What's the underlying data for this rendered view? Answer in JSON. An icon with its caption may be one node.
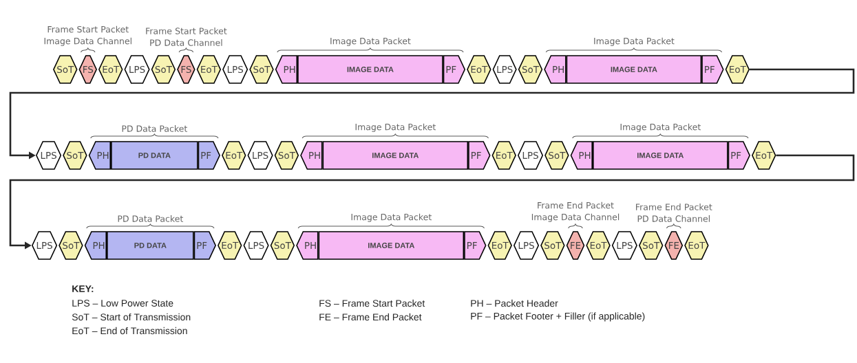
{
  "diagram": {
    "nodes": [
      {
        "text": [
          "SoT"
        ]
      },
      {
        "text": [
          "FS"
        ]
      },
      {
        "text": [
          "EoT"
        ]
      },
      {
        "text": [
          "LPS"
        ]
      },
      {
        "text": [
          "SoT"
        ]
      },
      {
        "text": [
          "FS"
        ]
      },
      {
        "text": [
          "EoT"
        ]
      },
      {
        "text": [
          "LPS"
        ]
      },
      {
        "text": [
          "SoT"
        ]
      },
      {
        "text": [
          "PH"
        ]
      },
      {
        "text": [
          "IMAGE DATA"
        ]
      },
      {
        "text": [
          "PF"
        ]
      },
      {
        "text": [
          "EoT"
        ]
      },
      {
        "text": [
          "LPS"
        ]
      },
      {
        "text": [
          "SoT"
        ]
      },
      {
        "text": [
          "PH"
        ]
      },
      {
        "text": [
          "IMAGE DATA"
        ]
      },
      {
        "text": [
          "PF"
        ]
      },
      {
        "text": [
          "EoT"
        ]
      },
      {
        "text": [
          "LPS"
        ]
      },
      {
        "text": [
          "SoT"
        ]
      },
      {
        "text": [
          "PH"
        ]
      },
      {
        "text": [
          "PD DATA"
        ]
      },
      {
        "text": [
          "PF"
        ]
      },
      {
        "text": [
          "EoT"
        ]
      },
      {
        "text": [
          "LPS"
        ]
      },
      {
        "text": [
          "SoT"
        ]
      },
      {
        "text": [
          "PH"
        ]
      },
      {
        "text": [
          "IMAGE DATA"
        ]
      },
      {
        "text": [
          "PF"
        ]
      },
      {
        "text": [
          "EoT"
        ]
      },
      {
        "text": [
          "LPS"
        ]
      },
      {
        "text": [
          "SoT"
        ]
      },
      {
        "text": [
          "PH"
        ]
      },
      {
        "text": [
          "IMAGE DATA"
        ]
      },
      {
        "text": [
          "PF"
        ]
      },
      {
        "text": [
          "EoT"
        ]
      },
      {
        "text": [
          "LPS"
        ]
      },
      {
        "text": [
          "SoT"
        ]
      },
      {
        "text": [
          "PH"
        ]
      },
      {
        "text": [
          "PD DATA"
        ]
      },
      {
        "text": [
          "PF"
        ]
      },
      {
        "text": [
          "EoT"
        ]
      },
      {
        "text": [
          "LPS"
        ]
      },
      {
        "text": [
          "SoT"
        ]
      },
      {
        "text": [
          "PH"
        ]
      },
      {
        "text": [
          "IMAGE DATA"
        ]
      },
      {
        "text": [
          "PF"
        ]
      },
      {
        "text": [
          "EoT"
        ]
      },
      {
        "text": [
          "LPS"
        ]
      },
      {
        "text": [
          "SoT"
        ]
      },
      {
        "text": [
          "FE"
        ]
      },
      {
        "text": [
          "EoT"
        ]
      },
      {
        "text": [
          "LPS"
        ]
      },
      {
        "text": [
          "SoT"
        ]
      },
      {
        "text": [
          "FE"
        ]
      },
      {
        "text": [
          "EoT"
        ]
      }
    ],
    "edges": [
      {
        "from": 18,
        "to": 19,
        "arrow": "to"
      },
      {
        "from": 36,
        "to": 37,
        "arrow": "to"
      }
    ],
    "labels": [
      "Frame Start Packet Image Data Channel",
      "Frame Start Packet PD Data Channel",
      "Image Data Packet",
      "Image Data Packet",
      "PD Data Packet",
      "Image Data Packet",
      "Image Data Packet",
      "PD Data Packet",
      "Image Data Packet",
      "Frame End Packet Image Data Channel",
      "Frame End Packet PD Data Channel",
      "KEY:",
      "LPS – Low Power State",
      "FS – Frame Start Packet",
      "PH – Packet Header",
      "SoT – Start of Transmission",
      "FE – Frame End Packet",
      "PF – Packet Footer + Filler (if applicable)",
      "EoT – End of Transmission"
    ]
  }
}
